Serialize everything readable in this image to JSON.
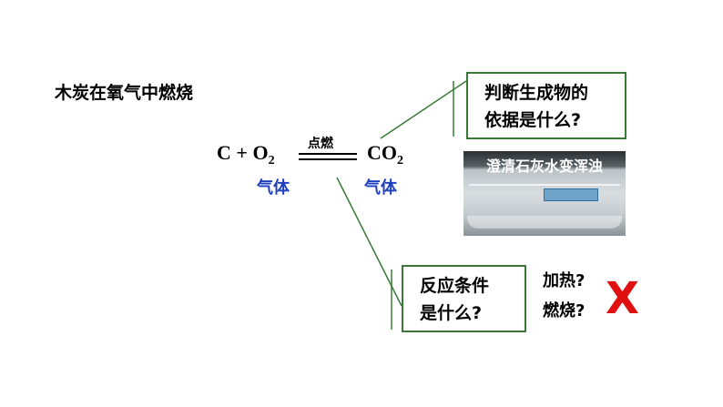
{
  "title": "木炭在氧气中燃烧",
  "equation": {
    "reactant_c": "C",
    "plus": "+",
    "reactant_o": "O",
    "reactant_o_sub": "2",
    "condition": "点燃",
    "product_co": "CO",
    "product_co_sub": "2",
    "state_left": "气体",
    "state_right": "气体"
  },
  "question1": {
    "line1": "判断生成物的",
    "line2": "依据是什么?"
  },
  "photo": {
    "caption": "澄清石灰水变浑浊"
  },
  "question2": {
    "line1": "反应条件",
    "line2": "是什么?"
  },
  "options": {
    "option1": "加热?",
    "option2": "燃烧?"
  },
  "mark": {
    "text": "X",
    "color": "#e01010"
  },
  "colors": {
    "box_border": "#3a7a36",
    "state_text": "#1f3fbf"
  }
}
